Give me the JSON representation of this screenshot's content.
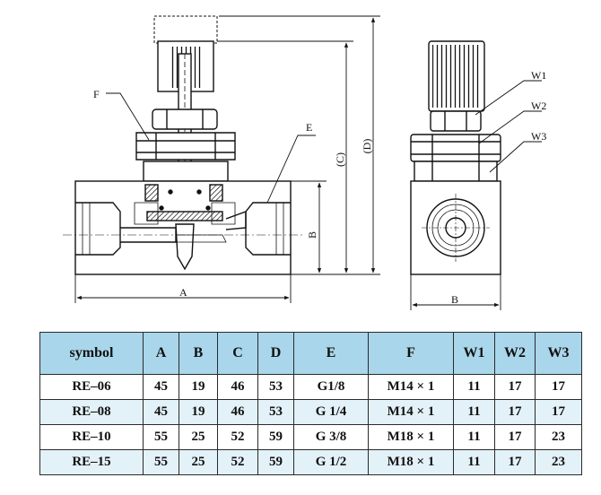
{
  "drawing": {
    "front_labels": {
      "F": "F",
      "E": "E",
      "A": "A",
      "B": "B",
      "C": "(C)",
      "D": "(D)"
    },
    "side_labels": {
      "W1": "W1",
      "W2": "W2",
      "W3": "W3",
      "B": "B"
    }
  },
  "table": {
    "headers": [
      "symbol",
      "A",
      "B",
      "C",
      "D",
      "E",
      "F",
      "W1",
      "W2",
      "W3"
    ],
    "rows": [
      [
        "RE–06",
        "45",
        "19",
        "46",
        "53",
        "G1/8",
        "M14 × 1",
        "11",
        "17",
        "17"
      ],
      [
        "RE–08",
        "45",
        "19",
        "46",
        "53",
        "G 1/4",
        "M14 × 1",
        "11",
        "17",
        "17"
      ],
      [
        "RE–10",
        "55",
        "25",
        "52",
        "59",
        "G 3/8",
        "M18 × 1",
        "11",
        "17",
        "23"
      ],
      [
        "RE–15",
        "55",
        "25",
        "52",
        "59",
        "G 1/2",
        "M18 × 1",
        "11",
        "17",
        "23"
      ]
    ]
  },
  "colors": {
    "header_bg": "#a9d6ea",
    "alt_row_bg": "#e3f1f8",
    "line": "#111111"
  }
}
